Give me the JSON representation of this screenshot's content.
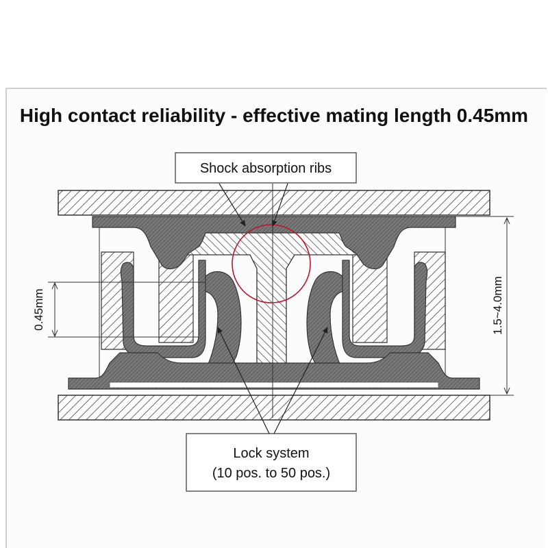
{
  "title": "High contact reliability - effective mating length 0.45mm",
  "callouts": {
    "shock_ribs": "Shock absorption ribs",
    "lock_line1": "Lock system",
    "lock_line2": "(10 pos. to 50 pos.)"
  },
  "dimensions": {
    "mating_length": "0.45mm",
    "stack_height": "1.5~4.0mm"
  },
  "colors": {
    "highlight_circle": "#c0142c",
    "line": "#333333"
  }
}
